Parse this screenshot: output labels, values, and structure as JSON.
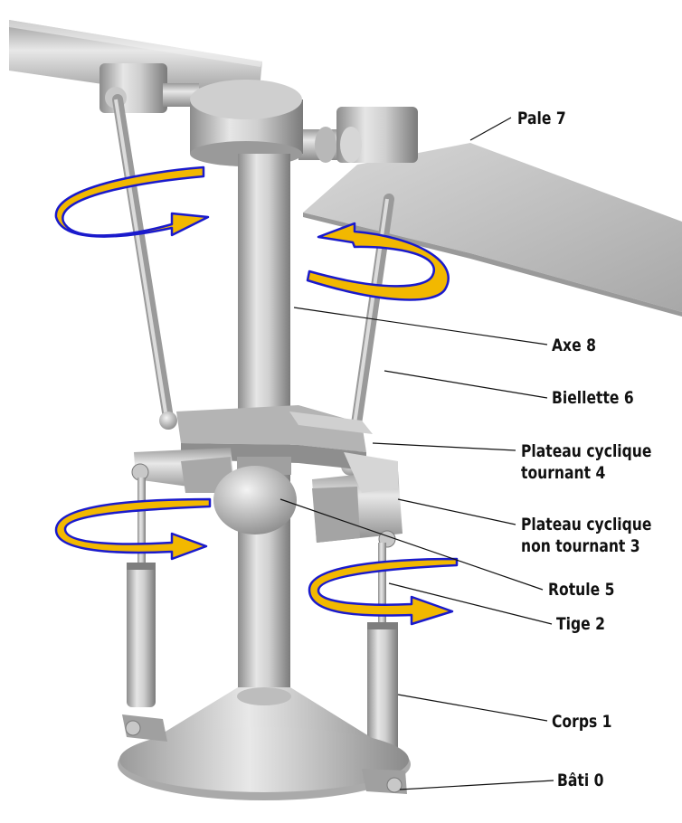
{
  "labels": {
    "pale": "Pale 7",
    "axe": "Axe 8",
    "biellette": "Biellette 6",
    "plateau_tournant_line1": "Plateau cyclique",
    "plateau_tournant_line2": "tournant 4",
    "plateau_non_tournant_line1": "Plateau cyclique",
    "plateau_non_tournant_line2": "non tournant 3",
    "rotule": "Rotule 5",
    "tige": "Tige 2",
    "corps": "Corps 1",
    "bati": "Bâti 0"
  },
  "colors": {
    "arrow_fill": "#f2b800",
    "arrow_outline": "#1a1acc",
    "metal": "#c8c8c8"
  }
}
